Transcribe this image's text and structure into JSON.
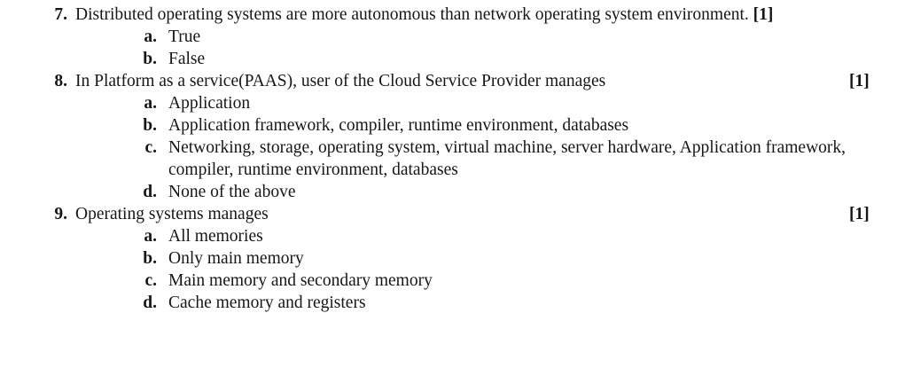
{
  "document": {
    "type": "multiple-choice-exam-questions",
    "background_color": "#ffffff",
    "text_color": "#161616"
  },
  "questions": [
    {
      "number": "7.",
      "text": "Distributed operating systems are more autonomous than network operating system environment.",
      "marks": "[1]",
      "marks_inline": true,
      "options": [
        {
          "letter": "a.",
          "text": "True"
        },
        {
          "letter": "b.",
          "text": "False"
        }
      ]
    },
    {
      "number": "8.",
      "text": "In Platform as a service(PAAS), user of the Cloud Service Provider manages",
      "marks": "[1]",
      "marks_inline": false,
      "options": [
        {
          "letter": "a.",
          "text": "Application"
        },
        {
          "letter": "b.",
          "text": "Application framework, compiler, runtime environment, databases"
        },
        {
          "letter": "c.",
          "text": "Networking, storage, operating system, virtual machine, server hardware, Application framework, compiler, runtime environment, databases"
        },
        {
          "letter": "d.",
          "text": "None of the above"
        }
      ]
    },
    {
      "number": "9.",
      "text": "Operating systems manages",
      "marks": "[1]",
      "marks_inline": false,
      "options": [
        {
          "letter": "a.",
          "text": "All memories"
        },
        {
          "letter": "b.",
          "text": "Only main memory"
        },
        {
          "letter": "c.",
          "text": "Main memory and secondary memory"
        },
        {
          "letter": "d.",
          "text": "Cache memory and registers"
        }
      ]
    }
  ]
}
